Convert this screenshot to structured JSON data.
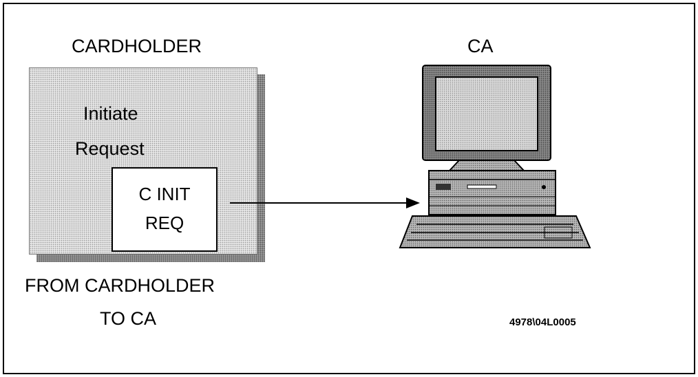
{
  "cardholder_title": "CARDHOLDER",
  "ca_title": "CA",
  "box": {
    "line1": "Initiate",
    "line2": "Request",
    "message_line1": "C INIT",
    "message_line2": "REQ"
  },
  "caption": {
    "line1": "FROM CARDHOLDER",
    "line2": "TO CA"
  },
  "figure_id": "4978\\04L0005",
  "icons": [
    "arrow-right-icon",
    "computer-icon"
  ]
}
